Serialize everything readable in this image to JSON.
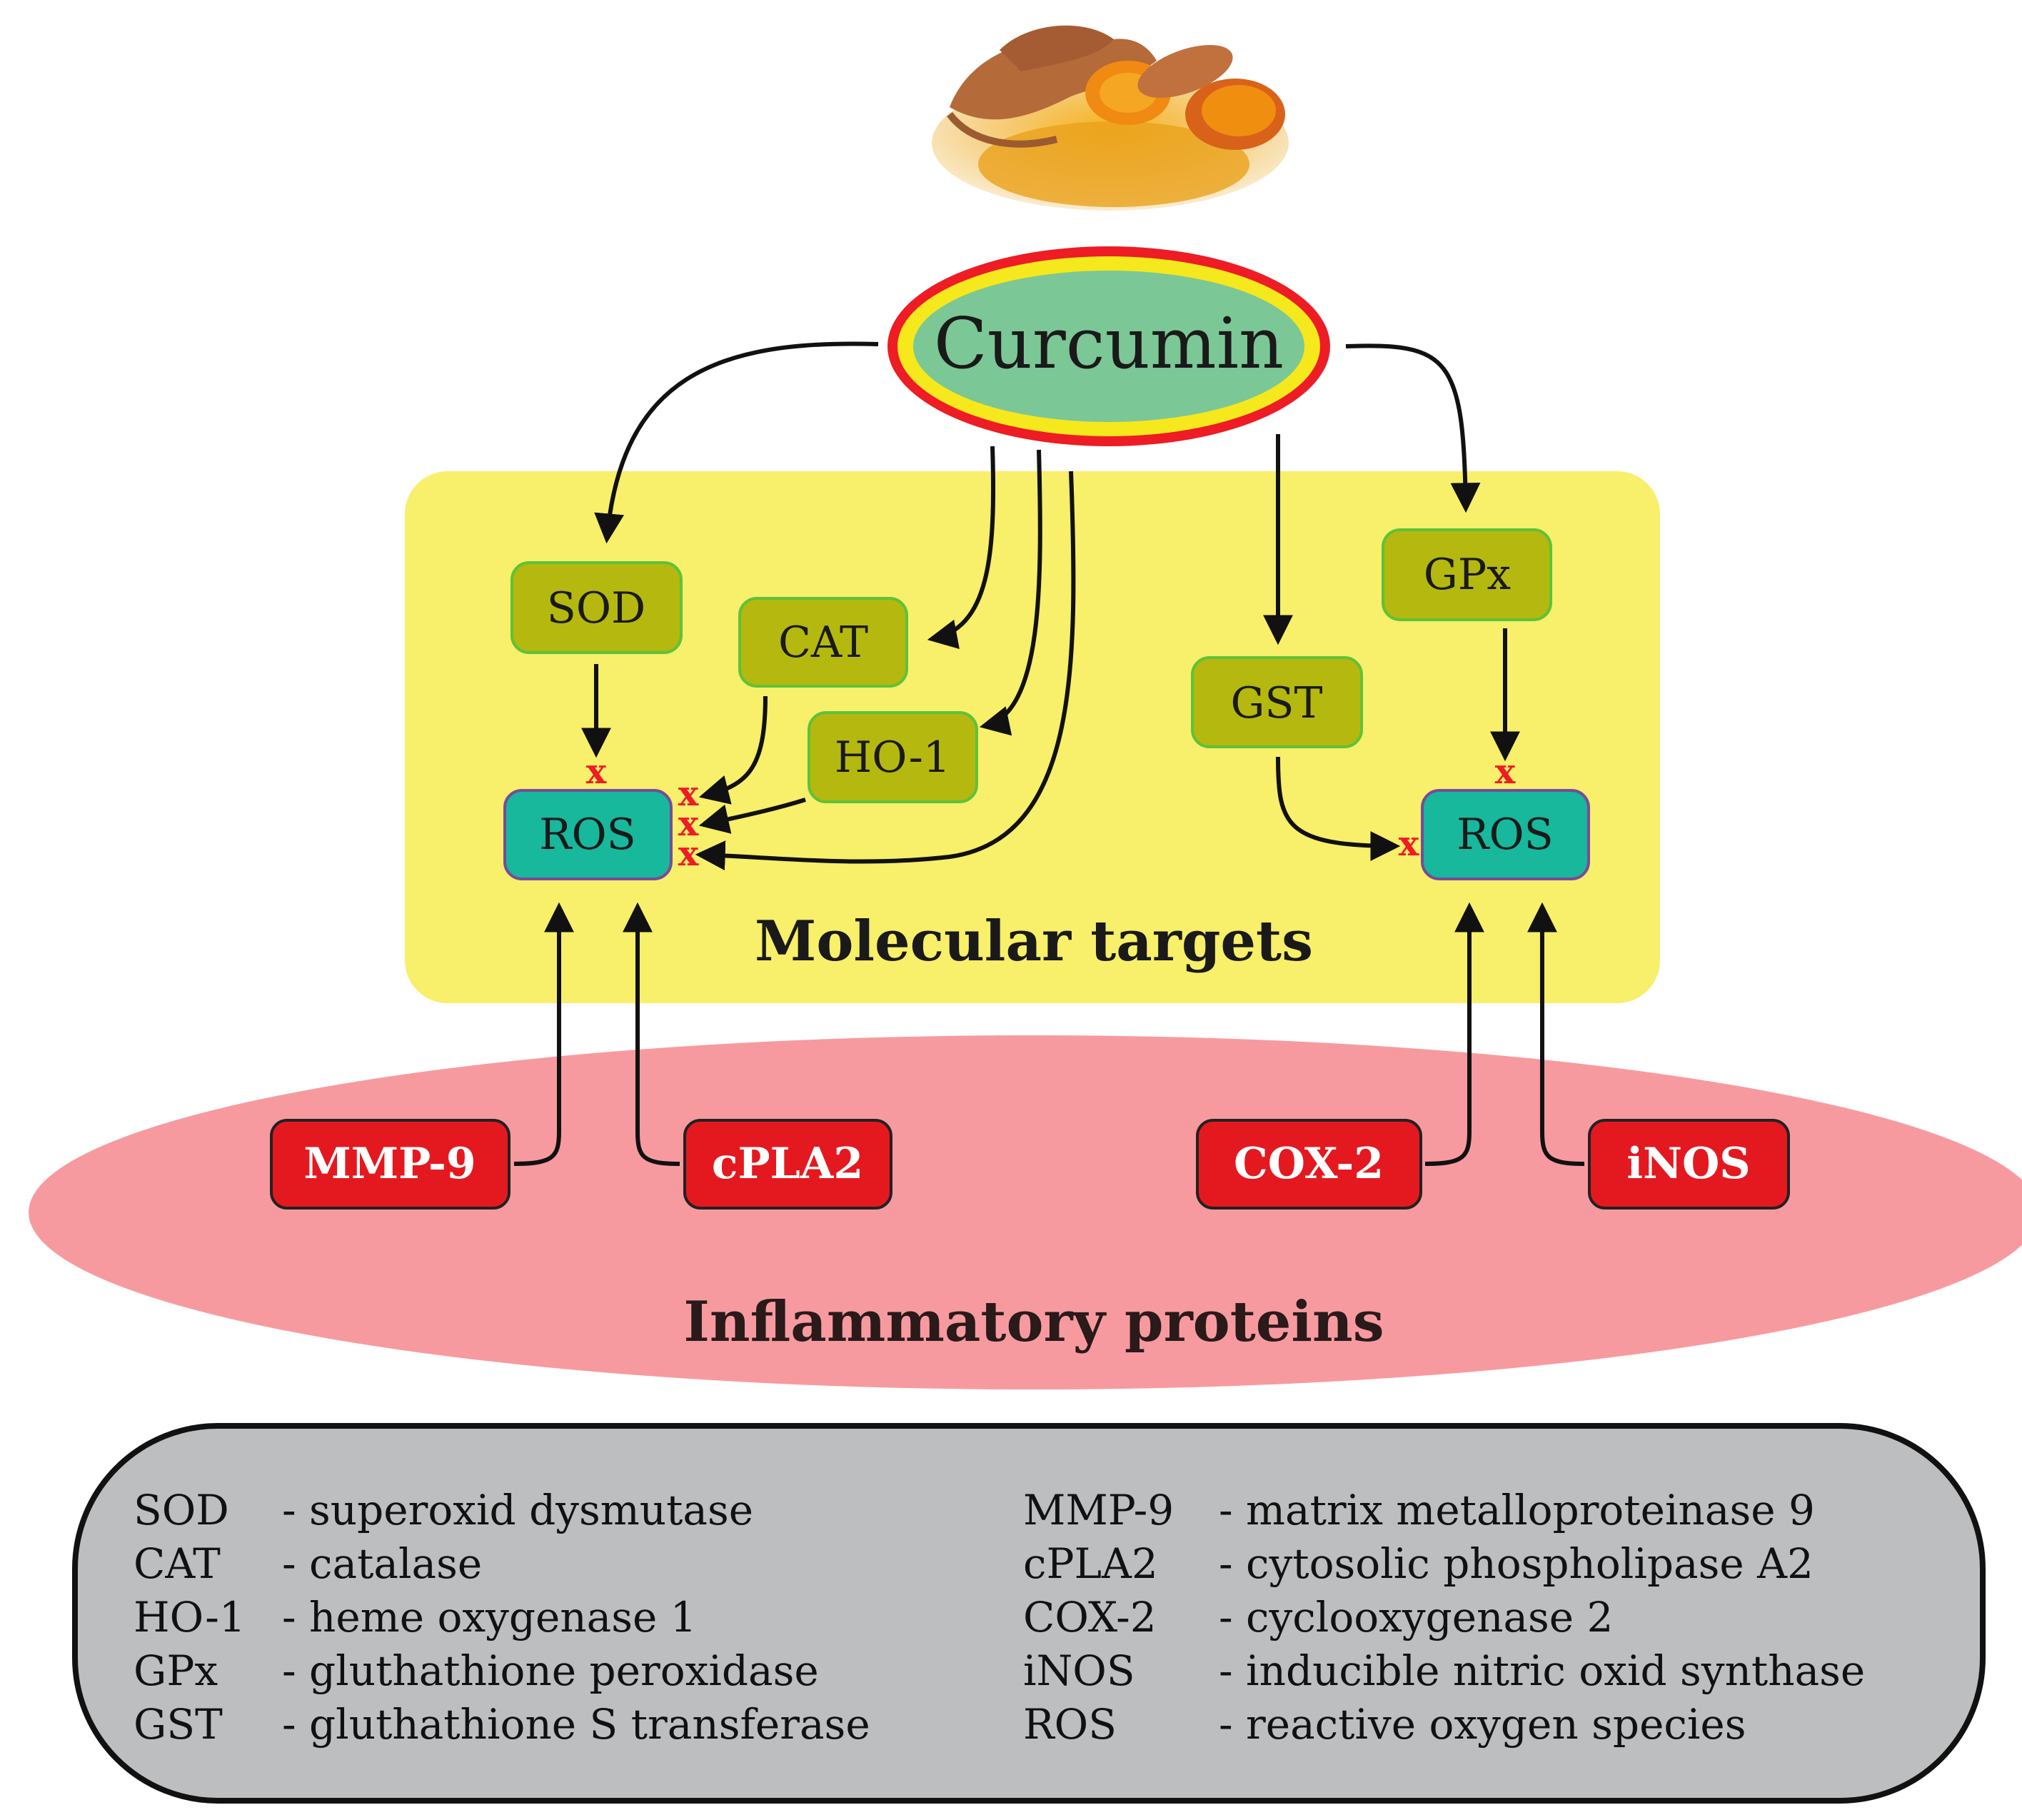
{
  "diagram": {
    "center": {
      "label": "Curcumin"
    },
    "enzymes": {
      "sod": "SOD",
      "cat": "CAT",
      "ho1": "HO-1",
      "gst": "GST",
      "gpx": "GPx"
    },
    "ros_left": "ROS",
    "ros_right": "ROS",
    "molecular_targets_label": "Molecular targets",
    "inflammatory": {
      "label": "Inflammatory proteins",
      "mmp9": "MMP-9",
      "cpla2": "cPLA2",
      "cox2": "COX-2",
      "inos": "iNOS"
    },
    "inhibit_mark": "x"
  },
  "legend": {
    "left": [
      {
        "abbr": "SOD",
        "def": "- superoxid dysmutase"
      },
      {
        "abbr": "CAT",
        "def": "- catalase"
      },
      {
        "abbr": "HO-1",
        "def": "- heme oxygenase 1"
      },
      {
        "abbr": "GPx",
        "def": "- gluthathione peroxidase"
      },
      {
        "abbr": "GST",
        "def": "- gluthathione S transferase"
      }
    ],
    "right": [
      {
        "abbr": "MMP-9",
        "def": "- matrix metalloproteinase 9"
      },
      {
        "abbr": "cPLA2",
        "def": "- cytosolic phospholipase A2"
      },
      {
        "abbr": "COX-2",
        "def": "- cyclooxygenase 2"
      },
      {
        "abbr": "iNOS",
        "def": "- inducible nitric oxid synthase"
      },
      {
        "abbr": "ROS",
        "def": "- reactive oxygen species"
      }
    ]
  },
  "colors": {
    "enzyme_fill": "#b5b80f",
    "enzyme_stroke": "#5ec23a",
    "ros_fill": "#17b89c",
    "ros_stroke": "#7a4a9a",
    "targets_bg": "#f8ef6a",
    "inflammatory_bg": "#f79aa0",
    "protein_fill": "#e4191f",
    "curcumin_fill": "#7cc796",
    "curcumin_ring_outer": "#ee1c24",
    "curcumin_ring_inner": "#f5e81c",
    "legend_bg": "#bcbec0",
    "inhibit": "#ee1c24"
  }
}
